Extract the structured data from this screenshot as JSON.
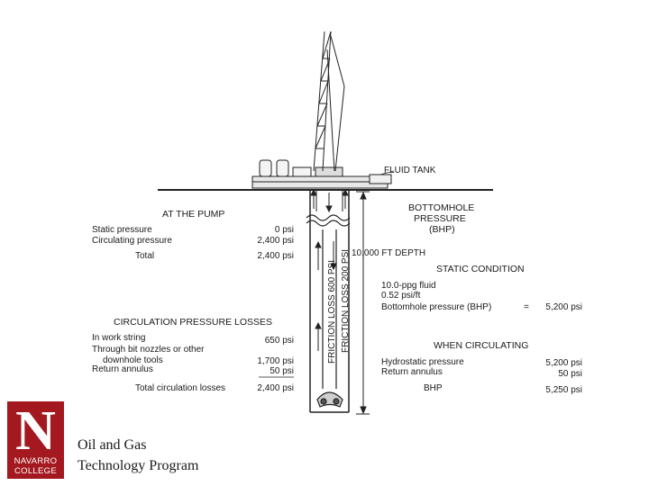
{
  "logo": {
    "letter": "N",
    "line1": "NAVARRO",
    "line2": "COLLEGE",
    "color": "#a3191f"
  },
  "caption": {
    "line1": "Oil and Gas",
    "line2": "Technology Program"
  },
  "diagram": {
    "fluid_tank": "FLUID TANK",
    "pump": {
      "heading": "AT THE PUMP",
      "static_label": "Static pressure",
      "static_value": "0 psi",
      "circ_label": "Circulating pressure",
      "circ_value": "2,400 psi",
      "total_label": "Total",
      "total_value": "2,400 psi"
    },
    "losses": {
      "heading": "CIRCULATION PRESSURE LOSSES",
      "work_label": "In work string",
      "work_value": "650 psi",
      "bit_label1": "Through bit nozzles or other",
      "bit_label2": "downhole tools",
      "bit_value": "1,700 psi",
      "annulus_label": "Return annulus",
      "annulus_value": "50 psi",
      "total_label": "Total circulation losses",
      "total_value": "2,400 psi"
    },
    "well": {
      "friction_600": "FRICTION LOSS 600 PSI",
      "friction_200": "FRICTION LOSS 200 PSI",
      "depth": "10,000 FT DEPTH"
    },
    "bhp": {
      "line1": "BOTTOMHOLE",
      "line2": "PRESSURE",
      "line3": "(BHP)"
    },
    "static": {
      "heading": "STATIC CONDITION",
      "fluid": "10.0-ppg fluid",
      "gradient": "0.52 psi/ft",
      "bhp_label": "Bottomhole pressure (BHP)",
      "equals": "=",
      "bhp_value": "5,200 psi"
    },
    "circulating": {
      "heading": "WHEN CIRCULATING",
      "hydro_label": "Hydrostatic pressure",
      "hydro_value": "5,200 psi",
      "annulus_label": "Return annulus",
      "annulus_value": "50 psi",
      "bhp_label": "BHP",
      "bhp_value": "5,250 psi"
    }
  }
}
